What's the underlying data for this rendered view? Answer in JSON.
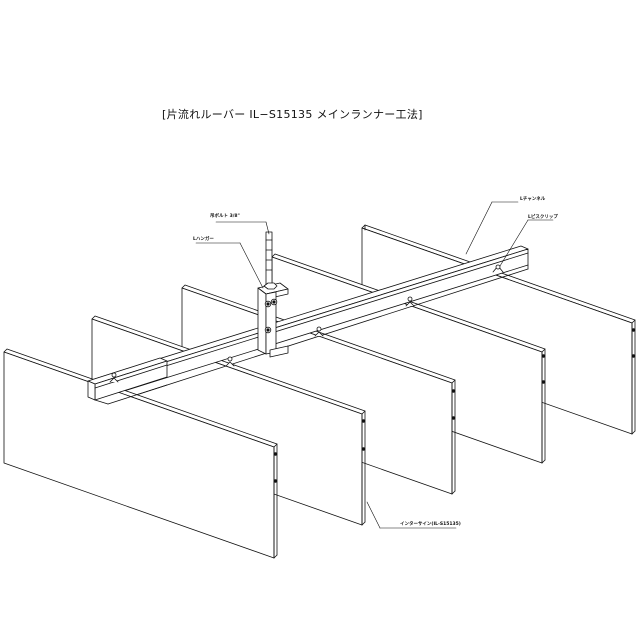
{
  "title": "[片流れルーバー IL−S15135 メインランナー工法]",
  "labels": {
    "bolt": "吊ボルト 3/8\"",
    "hanger": "Lハンガー",
    "channel": "Lチャンネル",
    "bracket": "Lピスクリップ",
    "inter": "インターサイン(IL-S15135)"
  },
  "colors": {
    "line": "#111111",
    "background": "#ffffff"
  }
}
